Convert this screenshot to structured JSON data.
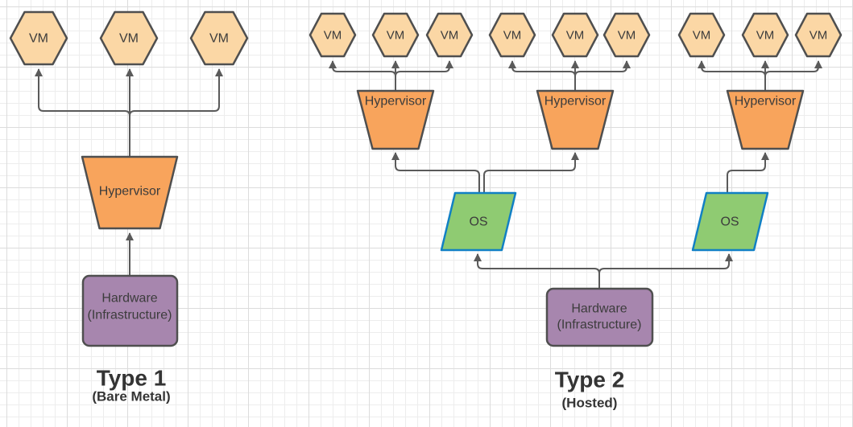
{
  "colors": {
    "vm_fill": "#FBD7A5",
    "hyp_fill": "#F8A45C",
    "shape_stroke": "#4F4F4F",
    "os_fill": "#8FCB72",
    "os_stroke": "#1180C4",
    "hw_fill": "#A786AE",
    "connector": "#5A5A5A",
    "text": "#3C3C3C",
    "title": "#343434"
  },
  "type1": {
    "title": "Type 1",
    "subtitle": "(Bare Metal)",
    "vms": [
      "VM",
      "VM",
      "VM"
    ],
    "hypervisor": "Hypervisor",
    "hardware_line1": "Hardware",
    "hardware_line2": "(Infrastructure)"
  },
  "type2": {
    "title": "Type 2",
    "subtitle": "(Hosted)",
    "vms": [
      "VM",
      "VM",
      "VM",
      "VM",
      "VM",
      "VM",
      "VM",
      "VM",
      "VM"
    ],
    "hypervisors": [
      "Hypervisor",
      "Hypervisor",
      "Hypervisor"
    ],
    "os": [
      "OS",
      "OS"
    ],
    "hardware_line1": "Hardware",
    "hardware_line2": "(Infrastructure)"
  }
}
